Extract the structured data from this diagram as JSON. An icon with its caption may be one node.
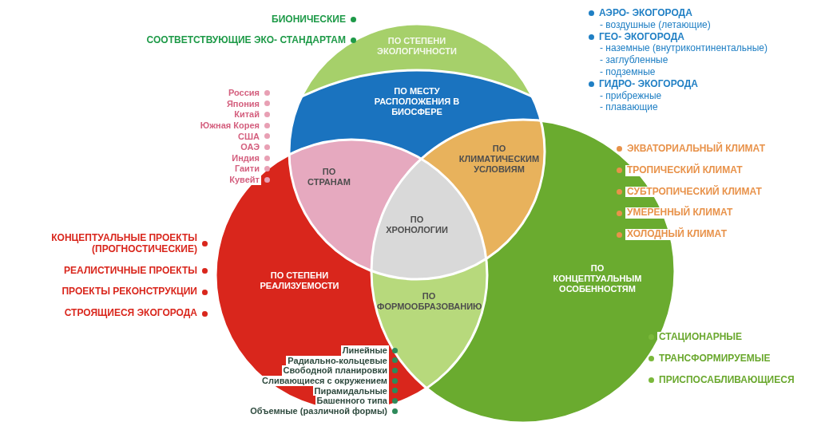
{
  "diagram": {
    "nodes": [
      {
        "text": [
          "ПО СТЕПЕНИ ЭКОЛОГИЧНОСТИ"
        ],
        "beside": [
          "БИОНИЧЕСКИЕ",
          "СООТВЕТСТВУЮЩИЕ ЭКО- СТАНДАРТАМ"
        ]
      },
      {
        "text": [
          "ПО МЕСТУ РАСПОЛОЖЕНИЯ В БИОСФЕРЕ"
        ],
        "beside": [
          "АЭРО- ЭКОГОРОДА",
          "- воздушные (летающие)",
          "ГЕО- ЭКОГОРОДА",
          "- наземные (внутриконтинентальные)",
          "- заглубленные",
          "- подземные",
          "ГИДРО- ЭКОГОРОДА",
          "- прибрежные",
          "- плавающие"
        ]
      },
      {
        "text": [
          "ПО СТРАНАМ"
        ],
        "beside": [
          "Россия",
          "Япония",
          "Китай",
          "Южная Корея",
          "США",
          "ОАЭ",
          "Индия",
          "Гаити",
          "Кувейт"
        ]
      },
      {
        "text": [
          "ПО КЛИМАТИЧЕСКИМ УСЛОВИЯМ"
        ],
        "beside": [
          "ЭКВАТОРИАЛЬНЫЙ КЛИМАТ",
          "ТРОПИЧЕСКИЙ КЛИМАТ",
          "СУБТРОПИЧЕСКИЙ КЛИМАТ",
          "УМЕРЕННЫЙ КЛИМАТ",
          "ХОЛОДНЫЙ КЛИМАТ"
        ]
      },
      {
        "text": [
          "ПО ХРОНОЛОГИИ"
        ]
      },
      {
        "text": [
          "ПО СТЕПЕНИ РЕАЛИЗУЕМОСТИ"
        ],
        "beside": [
          "КОНЦЕПТУАЛЬНЫЕ ПРОЕКТЫ (ПРОГНОСТИЧЕСКИЕ)",
          "РЕАЛИСТИЧНЫЕ ПРОЕКТЫ",
          "ПРОЕКТЫ РЕКОНСТРУКЦИИ",
          "СТРОЯЩИЕСЯ ЭКОГОРОДА"
        ]
      },
      {
        "text": [
          "ПО ФОРМООБРАЗОВАНИЮ"
        ],
        "beside": [
          "Линейные",
          "Радиально-кольцевые",
          "Свободной планировки",
          "Сливающиеся с окружением",
          "Пирамидальные",
          "Башенного типа",
          "Объемные (различной формы)"
        ]
      },
      {
        "text": [
          "ПО КОНЦЕПТУАЛЬНЫМ ОСОБЕННОСТЯМ"
        ],
        "beside": [
          "СТАЦИОНАРНЫЕ",
          "ТРАНСФОРМИРУЕМЫЕ",
          "ПРИСПОСАБЛИВАЮЩИЕСЯ"
        ]
      }
    ]
  }
}
